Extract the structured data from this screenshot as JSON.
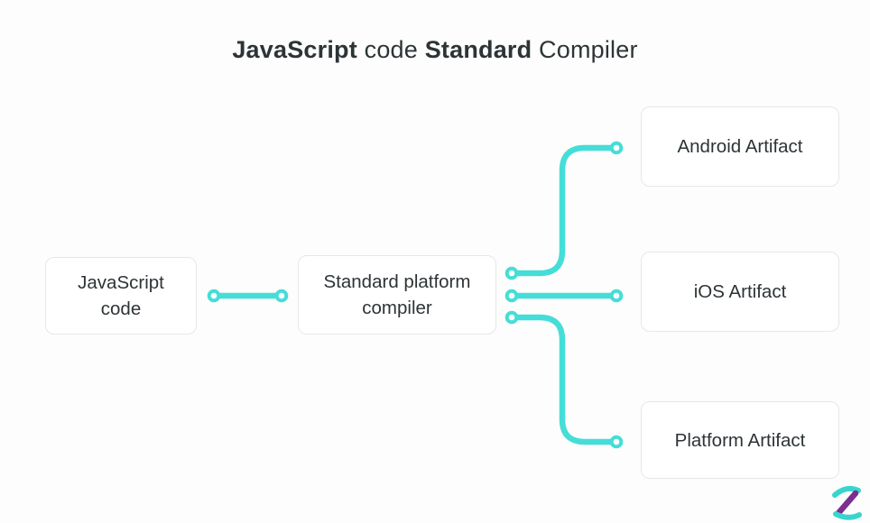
{
  "title": {
    "parts": [
      {
        "text": "JavaScript",
        "bold": true
      },
      {
        "text": " code ",
        "bold": false
      },
      {
        "text": "Standard",
        "bold": true
      },
      {
        "text": " Compiler",
        "bold": false
      }
    ]
  },
  "nodes": {
    "source": {
      "label": "JavaScript code"
    },
    "compiler": {
      "label": "Standard platform compiler"
    },
    "android": {
      "label": "Android Artifact"
    },
    "ios": {
      "label": "iOS Artifact"
    },
    "platform": {
      "label": "Platform Artifact"
    }
  },
  "edges": [
    {
      "from": "source",
      "to": "compiler"
    },
    {
      "from": "compiler",
      "to": "android"
    },
    {
      "from": "compiler",
      "to": "ios"
    },
    {
      "from": "compiler",
      "to": "platform"
    }
  ],
  "colors": {
    "connector": "#45ddd7",
    "text": "#2d3436",
    "logo_teal": "#38d5cd",
    "logo_purple": "#7b2f8f"
  }
}
